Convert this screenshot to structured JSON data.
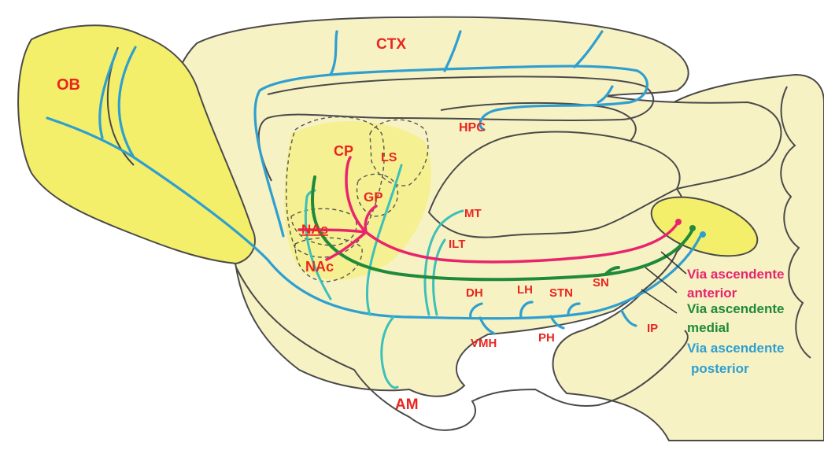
{
  "regions": {
    "ob": "OB",
    "ctx": "CTX",
    "hpc": "HPC",
    "cp": "CP",
    "ls": "LS",
    "gp": "GP",
    "nas": "NAs",
    "nac": "NAc",
    "mt": "MT",
    "ilt": "ILT",
    "dh": "DH",
    "lh": "LH",
    "stn": "STN",
    "sn": "SN",
    "vmh": "VMH",
    "ph": "PH",
    "ip": "IP",
    "am": "AM"
  },
  "legend": {
    "anterior_line1": "Via ascendente",
    "anterior_line2": "anterior",
    "medial_line1": "Via ascendente",
    "medial_line2": "medial",
    "posterior_line1": "Via ascendente",
    "posterior_line2": "posterior"
  },
  "colors": {
    "tissue_light": "#f7f2c4",
    "tissue_highlight": "#f4ef6a",
    "label_red": "#e8261f",
    "anterior_pink": "#e8246d",
    "medial_green": "#1f8a3a",
    "posterior_blue": "#2f9fd0",
    "cyan": "#3cc0b8"
  }
}
